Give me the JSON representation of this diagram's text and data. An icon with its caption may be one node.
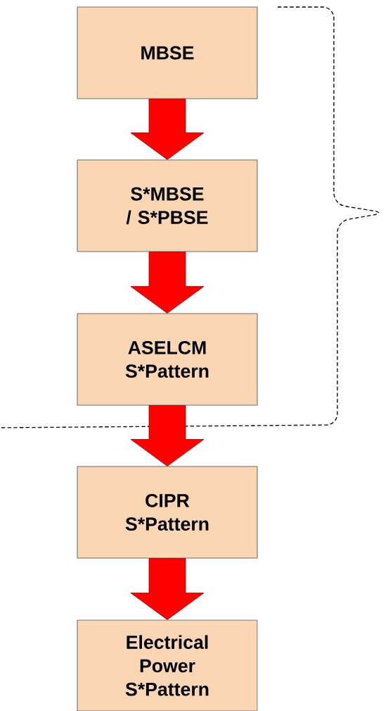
{
  "diagram": {
    "nodes": [
      {
        "text": [
          "MBSE"
        ]
      },
      {
        "text": [
          "S*MBSE / S*PBSE"
        ]
      },
      {
        "text": [
          "ASELCM S*Pattern"
        ]
      },
      {
        "text": [
          "CIPR S*Pattern"
        ]
      },
      {
        "text": [
          "Electrical Power S*Pattern"
        ]
      }
    ],
    "edges": [
      {
        "from": 0,
        "to": 1,
        "arrow": "to"
      },
      {
        "from": 1,
        "to": 2,
        "arrow": "to"
      },
      {
        "from": 2,
        "to": 3,
        "arrow": "to"
      },
      {
        "from": 3,
        "to": 4,
        "arrow": "to"
      }
    ]
  }
}
